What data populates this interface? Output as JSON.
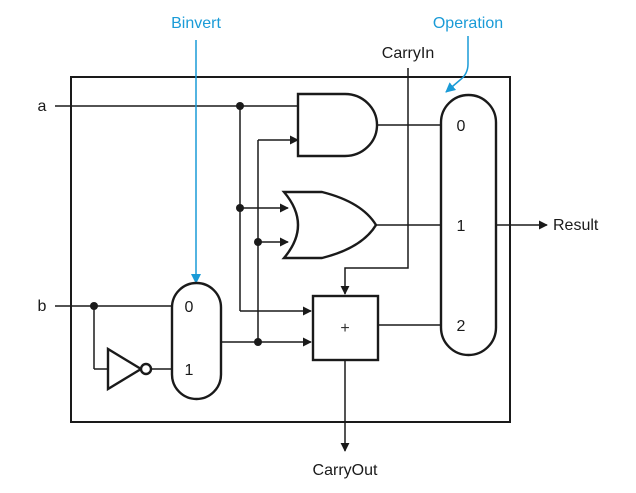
{
  "colors": {
    "control": "#1a9bd7",
    "wire": "#1a1a1a"
  },
  "labels": {
    "binvert": "Binvert",
    "operation": "Operation",
    "carry_in": "CarryIn",
    "carry_out": "CarryOut",
    "input_a": "a",
    "input_b": "b",
    "result": "Result"
  },
  "b_mux": {
    "input_0": "0",
    "input_1": "1"
  },
  "result_mux": {
    "input_0": "0",
    "input_1": "1",
    "input_2": "2"
  },
  "adder": {
    "symbol": "+"
  }
}
